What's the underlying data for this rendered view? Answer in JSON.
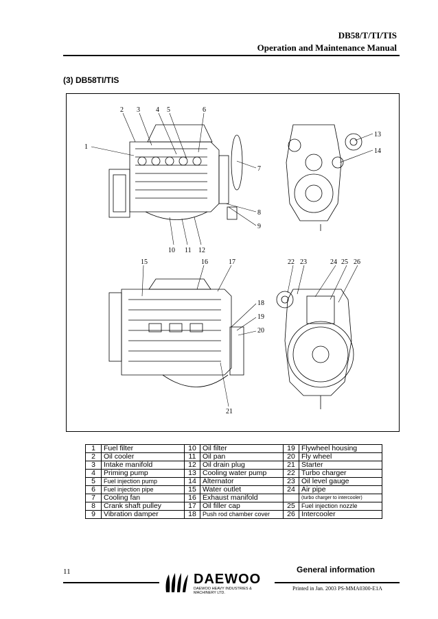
{
  "header": {
    "model": "DB58/T/TI/TIS",
    "manual": "Operation and Maintenance Manual"
  },
  "section_title": "(3) DB58TI/TIS",
  "figure": {
    "callouts_top": [
      "1",
      "2",
      "3",
      "4",
      "5",
      "6",
      "7",
      "8",
      "9",
      "10",
      "11",
      "12",
      "13",
      "14"
    ],
    "callouts_bottom": [
      "15",
      "16",
      "17",
      "18",
      "19",
      "20",
      "21",
      "22",
      "23",
      "24",
      "25",
      "26"
    ]
  },
  "parts": [
    [
      {
        "n": "1",
        "label": "Fuel filter"
      },
      {
        "n": "10",
        "label": "Oil filter"
      },
      {
        "n": "19",
        "label": "Flywheel housing"
      }
    ],
    [
      {
        "n": "2",
        "label": "Oil cooler"
      },
      {
        "n": "11",
        "label": "Oil pan"
      },
      {
        "n": "20",
        "label": "Fly wheel"
      }
    ],
    [
      {
        "n": "3",
        "label": "Intake manifold"
      },
      {
        "n": "12",
        "label": "Oil drain plug"
      },
      {
        "n": "21",
        "label": "Starter"
      }
    ],
    [
      {
        "n": "4",
        "label": "Priming pump"
      },
      {
        "n": "13",
        "label": "Cooling water pump"
      },
      {
        "n": "22",
        "label": "Turbo charger"
      }
    ],
    [
      {
        "n": "5",
        "label": "Fuel injection pump"
      },
      {
        "n": "14",
        "label": "Alternator"
      },
      {
        "n": "23",
        "label": "Oil level gauge"
      }
    ],
    [
      {
        "n": "6",
        "label": "Fuel injection pipe"
      },
      {
        "n": "15",
        "label": "Water outlet"
      },
      {
        "n": "24",
        "label": "Air pipe"
      }
    ],
    [
      {
        "n": "7",
        "label": "Cooling fan"
      },
      {
        "n": "16",
        "label": "Exhaust manifold"
      },
      {
        "n": "",
        "label": "(turbo charger to intercooler)"
      }
    ],
    [
      {
        "n": "8",
        "label": "Crank shaft pulley"
      },
      {
        "n": "17",
        "label": "Oil filler cap"
      },
      {
        "n": "25",
        "label": "Fuel injection nozzle"
      }
    ],
    [
      {
        "n": "9",
        "label": "Vibration damper"
      },
      {
        "n": "18",
        "label": "Push rod chamber cover"
      },
      {
        "n": "26",
        "label": "Intercooler"
      }
    ]
  ],
  "footer": {
    "page_number": "11",
    "section": "General information",
    "printed": "Printed in Jan. 2003 PS-MMA0300-E1A",
    "logo_word": "DAEWOO",
    "logo_sub1": "DAEWOO HEAVY INDUSTRIES &",
    "logo_sub2": "MACHINERY LTD."
  }
}
